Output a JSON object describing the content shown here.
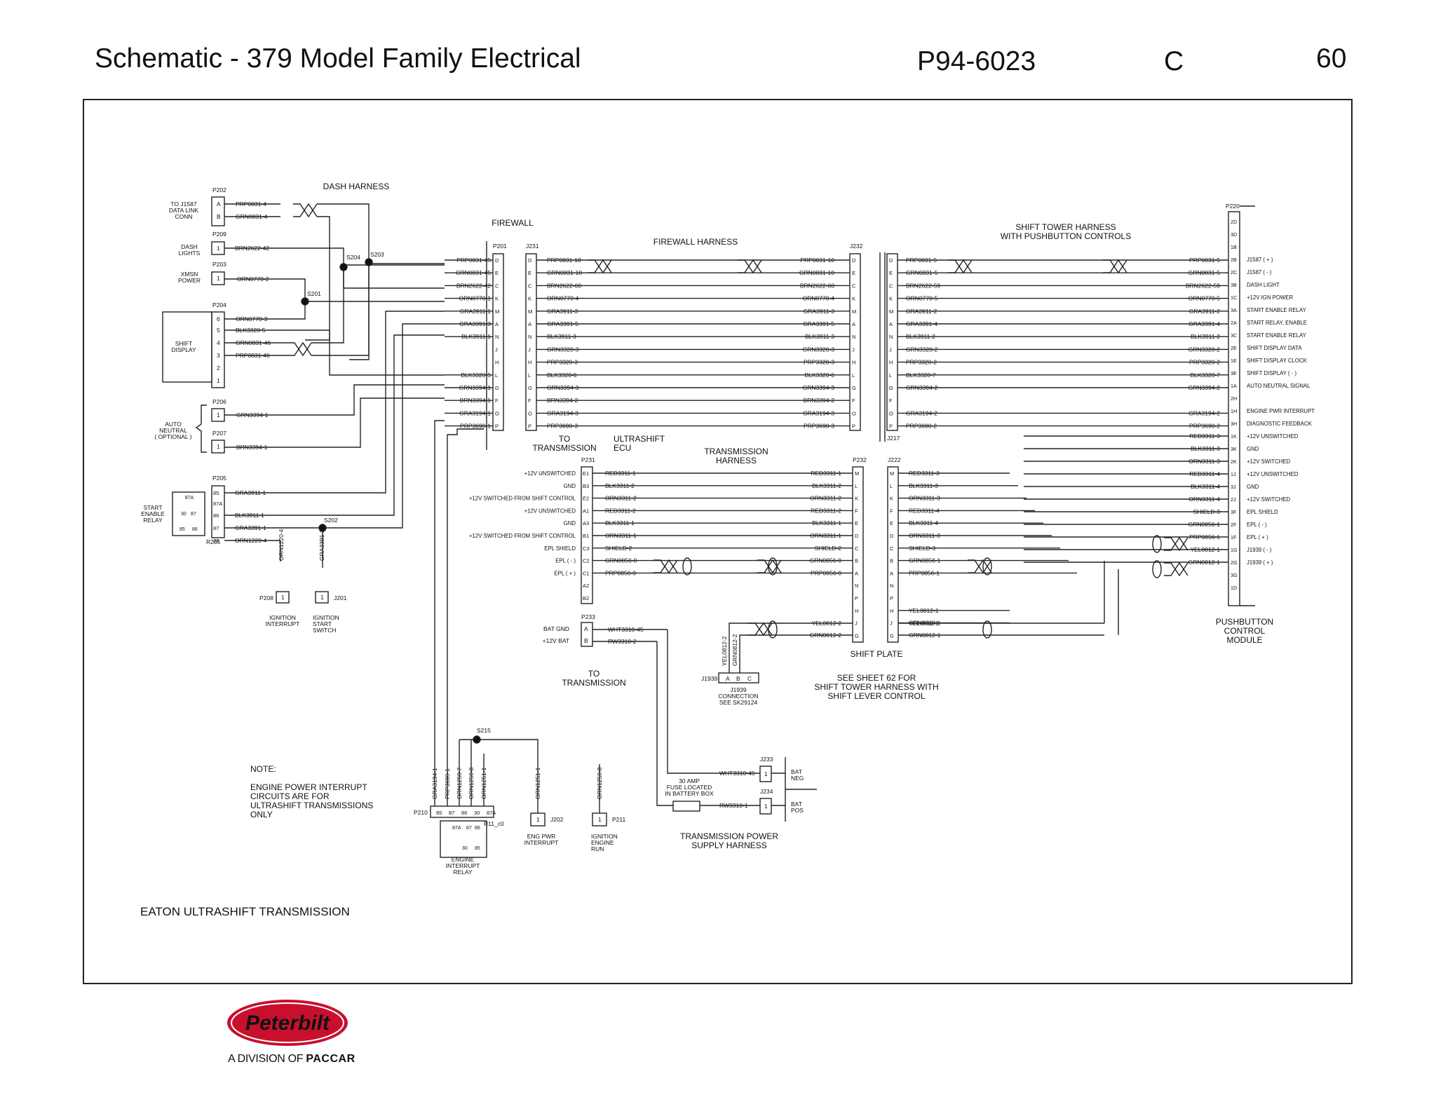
{
  "header": {
    "title": "Schematic - 379 Model Family Electrical",
    "doc_number": "P94-6023",
    "revision": "C",
    "page": "60"
  },
  "footer": {
    "caption": "EATON  ULTRASHIFT  TRANSMISSION",
    "brand": "Peterbilt",
    "division_prefix": "A DIVISION OF ",
    "division_name": "PACCAR"
  },
  "harness_titles": {
    "dash": "DASH  HARNESS",
    "firewall": "FIREWALL",
    "firewall_harness": "FIREWALL  HARNESS",
    "shift_tower": [
      "SHIFT  TOWER  HARNESS",
      "WITH  PUSHBUTTON  CONTROLS"
    ],
    "transmission_harness": [
      "TRANSMISSION",
      "HARNESS"
    ],
    "to_transmission_1": [
      "TO",
      "TRANSMISSION"
    ],
    "ecu": [
      "ULTRASHIFT",
      "ECU"
    ],
    "to_transmission_2": [
      "TO",
      "TRANSMISSION"
    ],
    "shift_plate": "SHIFT  PLATE",
    "see_sheet": [
      "SEE  SHEET  62  FOR",
      "SHIFT  TOWER  HARNESS  WITH",
      "SHIFT  LEVER  CONTROL"
    ],
    "pushbutton": [
      "PUSHBUTTON",
      "CONTROL",
      "MODULE"
    ],
    "power_supply": [
      "TRANSMISSION  POWER",
      "SUPPLY  HARNESS"
    ],
    "note": [
      "NOTE:",
      "",
      "ENGINE  POWER  INTERRUPT",
      "CIRCUITS  ARE  FOR",
      "ULTRASHIFT  TRANSMISSIONS",
      "ONLY"
    ]
  },
  "left_devices": {
    "j1587": [
      "TO  J1587",
      "DATA  LINK",
      "CONN"
    ],
    "dash_lights": [
      "DASH",
      "LIGHTS"
    ],
    "xmsn_power": [
      "XMSN",
      "POWER"
    ],
    "shift_display": [
      "SHIFT",
      "DISPLAY"
    ],
    "auto_neutral": [
      "AUTO",
      "NEUTRAL",
      "( OPTIONAL )"
    ],
    "start_relay": [
      "START",
      "ENABLE",
      "RELAY"
    ],
    "ignition_interrupt": [
      "IGNITION",
      "INTERRUPT"
    ],
    "ignition_start": [
      "IGNITION",
      "START",
      "SWITCH"
    ],
    "j1939_conn": [
      "J1939",
      "CONNECTION",
      "SEE  SK29124"
    ],
    "eng_pwr_interrupt": [
      "ENG  PWR",
      "INTERRUPT"
    ],
    "ignition_engine_run": [
      "IGNITION",
      "ENGINE",
      "RUN"
    ],
    "engine_interrupt_relay": [
      "ENGINE",
      "INTERRUPT",
      "RELAY"
    ],
    "fuse": [
      "30  AMP",
      "FUSE  LOCATED",
      "IN  BATTERY  BOX"
    ],
    "bat_neg": [
      "BAT",
      "NEG"
    ],
    "bat_pos": [
      "BAT",
      "POS"
    ]
  },
  "connector_labels": {
    "P202": "P202",
    "P209": "P209",
    "P203": "P203",
    "P204": "P204",
    "P206": "P206",
    "P207": "P207",
    "P205": "P205",
    "R205": "R205",
    "P201": "P201",
    "J231": "J231",
    "J232": "J232",
    "J217": "J217",
    "P220": "P220",
    "P231": "P231",
    "P232": "P232",
    "J222": "J222",
    "P233": "P233",
    "P208": "P208",
    "J201": "J201",
    "J1939": "J1939",
    "P210": "P210",
    "R11": "R11_c0",
    "J202": "J202",
    "P211": "P211",
    "J233": "J233",
    "J234": "J234",
    "S203": "S203",
    "S204": "S204",
    "S201": "S201",
    "S202": "S202",
    "S215": "S215"
  },
  "firewall_pins": [
    "D",
    "E",
    "C",
    "K",
    "M",
    "A",
    "N",
    "J",
    "H",
    "L",
    "G",
    "F",
    "O",
    "P"
  ],
  "firewall_wires_left": [
    "PRP0831-45",
    "GRN0831-45",
    "BRN2622-42",
    "ORN0770-1",
    "GRA3911-1",
    "GRA3391-3",
    "BLK3911-1",
    "",
    "",
    "BLK3320-5",
    "GRN3394-1",
    "BRN3394-1",
    "GRA3194-1",
    "PRP3690-1"
  ],
  "firewall_wires_mid_a": [
    "PRP0831-10",
    "GRN0831-10",
    "BRN2622-60",
    "ORN0770-4",
    "GRA3911-3",
    "GRA3391-5",
    "BLK3911-3",
    "GRN3320-3",
    "PRP3320-3",
    "BLK3320-6",
    "GRN3394-3",
    "BRN3394-2",
    "GRA3194-3",
    "PRP3690-3"
  ],
  "firewall_wires_mid_b": [
    "PRP0831-10",
    "GRN0831-10",
    "BRN2622-60",
    "ORN0770-4",
    "GRA3911-3",
    "GRA3391-5",
    "BLK3911-3",
    "GRN3320-3",
    "PRP3320-3",
    "BLK3320-6",
    "GRN3394-3",
    "BRN3394-2",
    "GRA3194-3",
    "PRP3690-3"
  ],
  "shift_tower_wires_a": [
    "PRP0831-5",
    "GRN0831-5",
    "BRN2622-59",
    "ORN0770-5",
    "GRA3911-2",
    "GRA3391-4",
    "BLK3911-2",
    "GRN3320-2",
    "PRP3320-2",
    "BLK3320-7",
    "GRN3394-2",
    "",
    "GRA3194-2",
    "PRP3690-2"
  ],
  "shift_tower_wires_b": [
    "PRP0831-5",
    "GRN0831-5",
    "BRN2622-59",
    "ORN0770-5",
    "GRA3911-2",
    "GRA3391-4",
    "BLK3911-2",
    "GRN3320-2",
    "PRP3320-2",
    "BLK3320-7",
    "GRN3394-2",
    "",
    "GRA3194-2",
    "PRP3690-2"
  ],
  "p220_pins": [
    "2D",
    "3D",
    "1B",
    "2B",
    "2C",
    "3B",
    "1C",
    "3A",
    "2A",
    "3C",
    "2E",
    "1E",
    "3E",
    "1A",
    "2H",
    "1H",
    "3H",
    "1K",
    "3K",
    "2K",
    "1J",
    "3J",
    "2J",
    "3F",
    "2F",
    "1F",
    "1G",
    "2G",
    "3G",
    "1D"
  ],
  "p220_functions": [
    "",
    "",
    "",
    "J1587  ( + )",
    "J1587  ( - )",
    "DASH  LIGHT",
    "+12V  IGN  POWER",
    "START  ENABLE  RELAY",
    "START  RELAY,  ENABLE",
    "START  ENABLE  RELAY",
    "SHIFT  DISPLAY  DATA",
    "SHIFT  DISPLAY  CLOCK",
    "SHIFT  DISPLAY  ( - )",
    "AUTO  NEUTRAL  SIGNAL",
    "",
    "ENGINE  PWR  INTERRUPT",
    "DIAGNOSTIC  FEEDBACK",
    "+12V  UNSWITCHED",
    "GND",
    "+12V  SWITCHED",
    "+12V  UNSWITCHED",
    "GND",
    "+12V  SWITCHED",
    "EPL  SHIELD",
    "EPL  ( - )",
    "EPL  ( + )",
    "J1939  ( - )",
    "J1939  ( + )",
    "",
    ""
  ],
  "p220_wires": [
    "",
    "",
    "",
    "PRP0831-5",
    "GRN0831-5",
    "BRN2622-59",
    "ORN0770-5",
    "GRA3911-2",
    "GRA3391-4",
    "BLK3911-2",
    "GRN3320-2",
    "PRP3320-2",
    "BLK3320-7",
    "GRN3394-2",
    "",
    "GRA3194-2",
    "PRP3690-2",
    "RED3311-3",
    "BLK3311-3",
    "ORN3311-3",
    "RED3311-4",
    "BLK3311-4",
    "ORN3311-4",
    "SHIELD-3",
    "GRN0856-1",
    "PRP0856-1",
    "YEL0812-1",
    "GRN0812-1",
    "",
    ""
  ],
  "ecu_pins": [
    "E1",
    "B3",
    "E2",
    "A1",
    "A3",
    "B1",
    "C3",
    "C2",
    "C1",
    "A2",
    "B2"
  ],
  "ecu_functions": [
    "+12V  UNSWITCHED",
    "GND",
    "+12V  SWITCHED  FROM  SHIFT  CONTROL",
    "+12V  UNSWITCHED",
    "GND",
    "+12V  SWITCHED  FROM  SHIFT  CONTROL",
    "EPL  SHIELD",
    "EPL  ( - )",
    "EPL  ( + )",
    "",
    ""
  ],
  "trans_pins": [
    "M",
    "L",
    "K",
    "F",
    "E",
    "D",
    "C",
    "B",
    "A",
    "N",
    "P",
    "H",
    "J",
    "G"
  ],
  "trans_wires_a": [
    "RED3311-1",
    "BLK3311-2",
    "ORN3311-2",
    "RED3311-2",
    "BLK3311-1",
    "ORN3311-1",
    "SHIELD-2",
    "GRN0856-0",
    "PRP0856-0",
    "",
    "",
    "",
    "",
    ""
  ],
  "trans_wires_b": [
    "RED3311-1",
    "BLK3311-2",
    "ORN3311-2",
    "RED3311-2",
    "BLK3311-1",
    "ORN3311-1",
    "SHIELD-2",
    "GRN0856-0",
    "PRP0856-0",
    "",
    "",
    "YEL0812-2",
    "GRN0812-2",
    ""
  ],
  "j222_wires": [
    "RED3311-3",
    "BLK3311-3",
    "ORN3311-3",
    "RED3311-4",
    "BLK3311-4",
    "ORN3311-3",
    "SHIELD-3",
    "GRN0856-1",
    "PRP0856-1",
    "",
    "",
    "YEL0812-1",
    "GRN0812-1",
    ""
  ],
  "misc_wires": {
    "p202a": "PRP0831-4",
    "p202b": "GRN0831-4",
    "p209": "BRN2622-42",
    "p203": "ORN0770-2",
    "p204_6": "ORN0770-3",
    "p204_5": "BLK3320-5",
    "p204_4": "GRN0831-46",
    "p204_3": "PRP0831-46",
    "p206": "GRN3394-1",
    "p207": "BRN3394-1",
    "p205_85": "GRA3911-1",
    "p205_86": "BLK3911-1",
    "p205_87": "GRA3391-1",
    "p205_30": "ORN1220-4",
    "v_orn": "ORN1220-4",
    "v_gra": "GRA3391-2",
    "bat_gnd": "BAT  GND",
    "bat_12v": "+12V  BAT",
    "p233_a": "WHT3310-45",
    "p233_b": "RW3310-2",
    "j233": "WHT3310-45",
    "j234": "RW3310-1",
    "y_v": "YEL0812-2",
    "g_v": "GRN0812-2",
    "v1": "GRA3194-1",
    "v2": "PRP3690-1",
    "v3": "ORN1250-7",
    "v4": "ORN1250-8",
    "v5": "ORN1251-1",
    "v6": "ORN1251-1",
    "v7": "ORN1250-8"
  }
}
